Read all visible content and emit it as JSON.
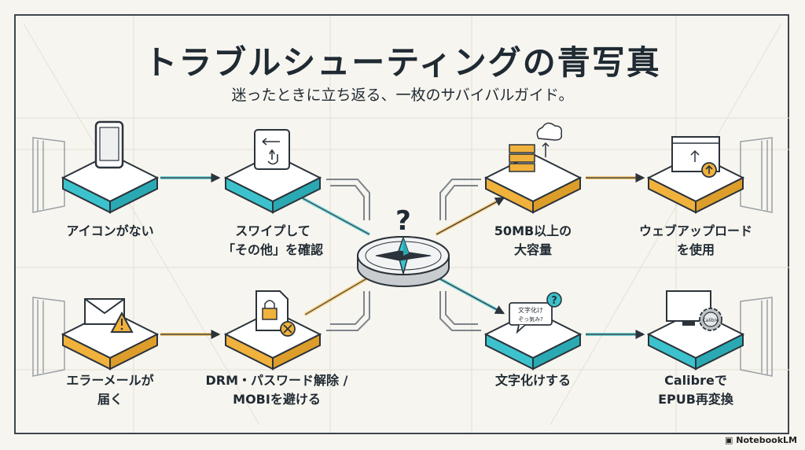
{
  "title": "トラブルシューティングの青写真",
  "subtitle": "迷ったときに立ち返る、一枚のサバイバルガイド。",
  "center": {
    "symbol": "?"
  },
  "nodes": {
    "no_icon": "アイコンがない",
    "swipe_1": "スワイプして",
    "swipe_2": "「その他」を確認",
    "error_1": "エラーメールが",
    "error_2": "届く",
    "drm_1": "DRM・パスワード解除 /",
    "drm_2": "MOBIを避ける",
    "large_1": "50MB以上の",
    "large_2": "大容量",
    "web_1": "ウェブアップロード",
    "web_2": "を使用",
    "garbled": "文字化けする",
    "calibre_1": "Calibreで",
    "calibre_2": "EPUB再変換"
  },
  "icons": {
    "speech_1": "文字化け",
    "speech_2": "ぞっ気み?",
    "gear": "Calibre"
  },
  "brand": "NotebookLM",
  "colors": {
    "teal": "#3cc2cc",
    "orange": "#f0b23c",
    "ink": "#2b333b",
    "bg": "#f7f5ef"
  }
}
